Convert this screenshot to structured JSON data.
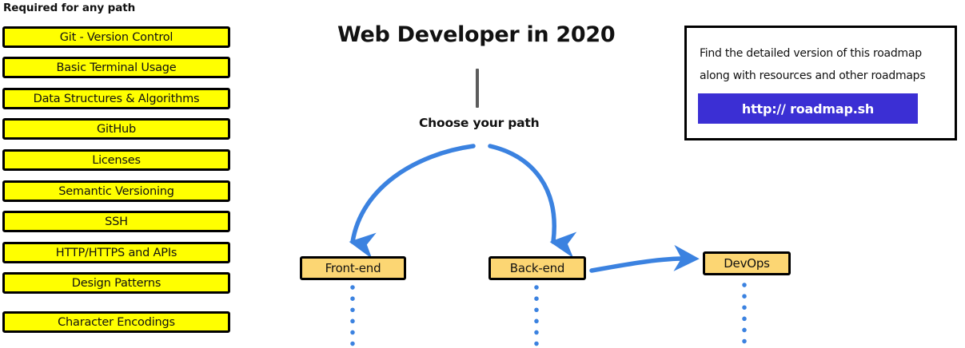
{
  "colors": {
    "required_box_fill": "#ffff00",
    "required_box_border": "#000000",
    "path_box_fill": "#fcd673",
    "path_box_border": "#000000",
    "arrow_blue": "#3b82e0",
    "trunk_gray": "#5c5c5c",
    "link_button": "#3b2fd4",
    "text": "#111111",
    "background": "#ffffff"
  },
  "required_section": {
    "heading": "Required for any path",
    "items": [
      {
        "label": "Git - Version Control"
      },
      {
        "label": "Basic Terminal Usage"
      },
      {
        "label": "Data Structures & Algorithms"
      },
      {
        "label": "GitHub"
      },
      {
        "label": "Licenses"
      },
      {
        "label": "Semantic Versioning"
      },
      {
        "label": "SSH"
      },
      {
        "label": "HTTP/HTTPS and APIs"
      },
      {
        "label": "Design Patterns"
      },
      {
        "label": "Character Encodings"
      }
    ]
  },
  "main": {
    "title": "Web Developer in 2020",
    "choose_path_label": "Choose your path",
    "paths": [
      {
        "label": "Front-end"
      },
      {
        "label": "Back-end"
      },
      {
        "label": "DevOps"
      }
    ]
  },
  "roadmap_card": {
    "line1": "Find the detailed version of this roadmap",
    "line2": "along with resources and other roadmaps",
    "button_label": "http:// roadmap.sh"
  }
}
